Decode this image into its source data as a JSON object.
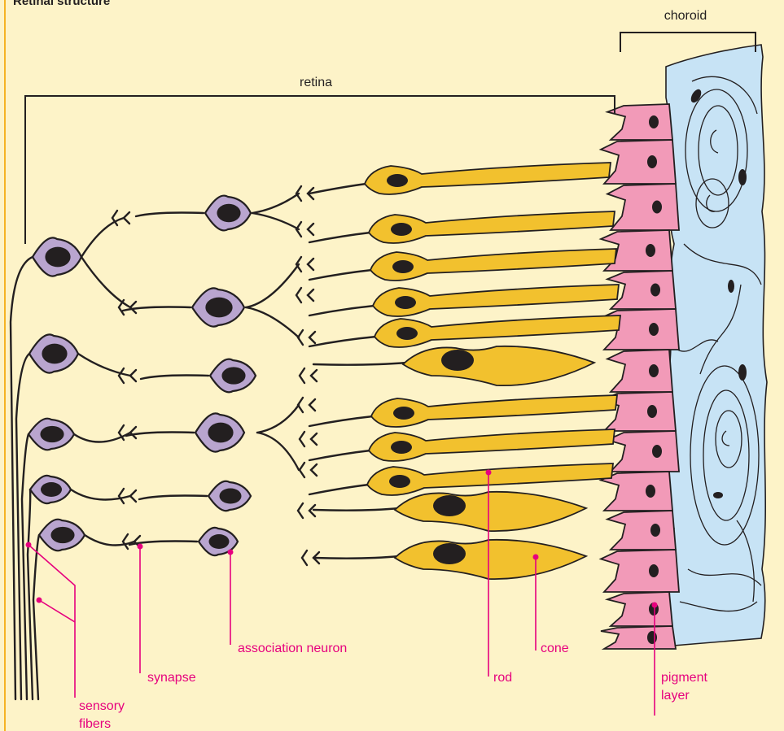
{
  "title": "Retinal structure",
  "brackets": {
    "retina": "retina",
    "choroid": "choroid"
  },
  "labels": {
    "sensory_fibers": [
      "sensory",
      "fibers"
    ],
    "synapse": "synapse",
    "association_neuron": "association neuron",
    "rod": "rod",
    "cone": "cone",
    "pigment_layer": [
      "pigment",
      "layer"
    ]
  },
  "colors": {
    "background": "#fdf3c8",
    "page_border": "#f5b323",
    "sensory_neuron": "#b9a5cf",
    "association_neuron": "#b9a5cf",
    "photoreceptor": "#f2c12e",
    "pigment_cell": "#f29ab8",
    "choroid": "#c7e3f5",
    "nucleus": "#231f20",
    "label": "#e6007e"
  }
}
